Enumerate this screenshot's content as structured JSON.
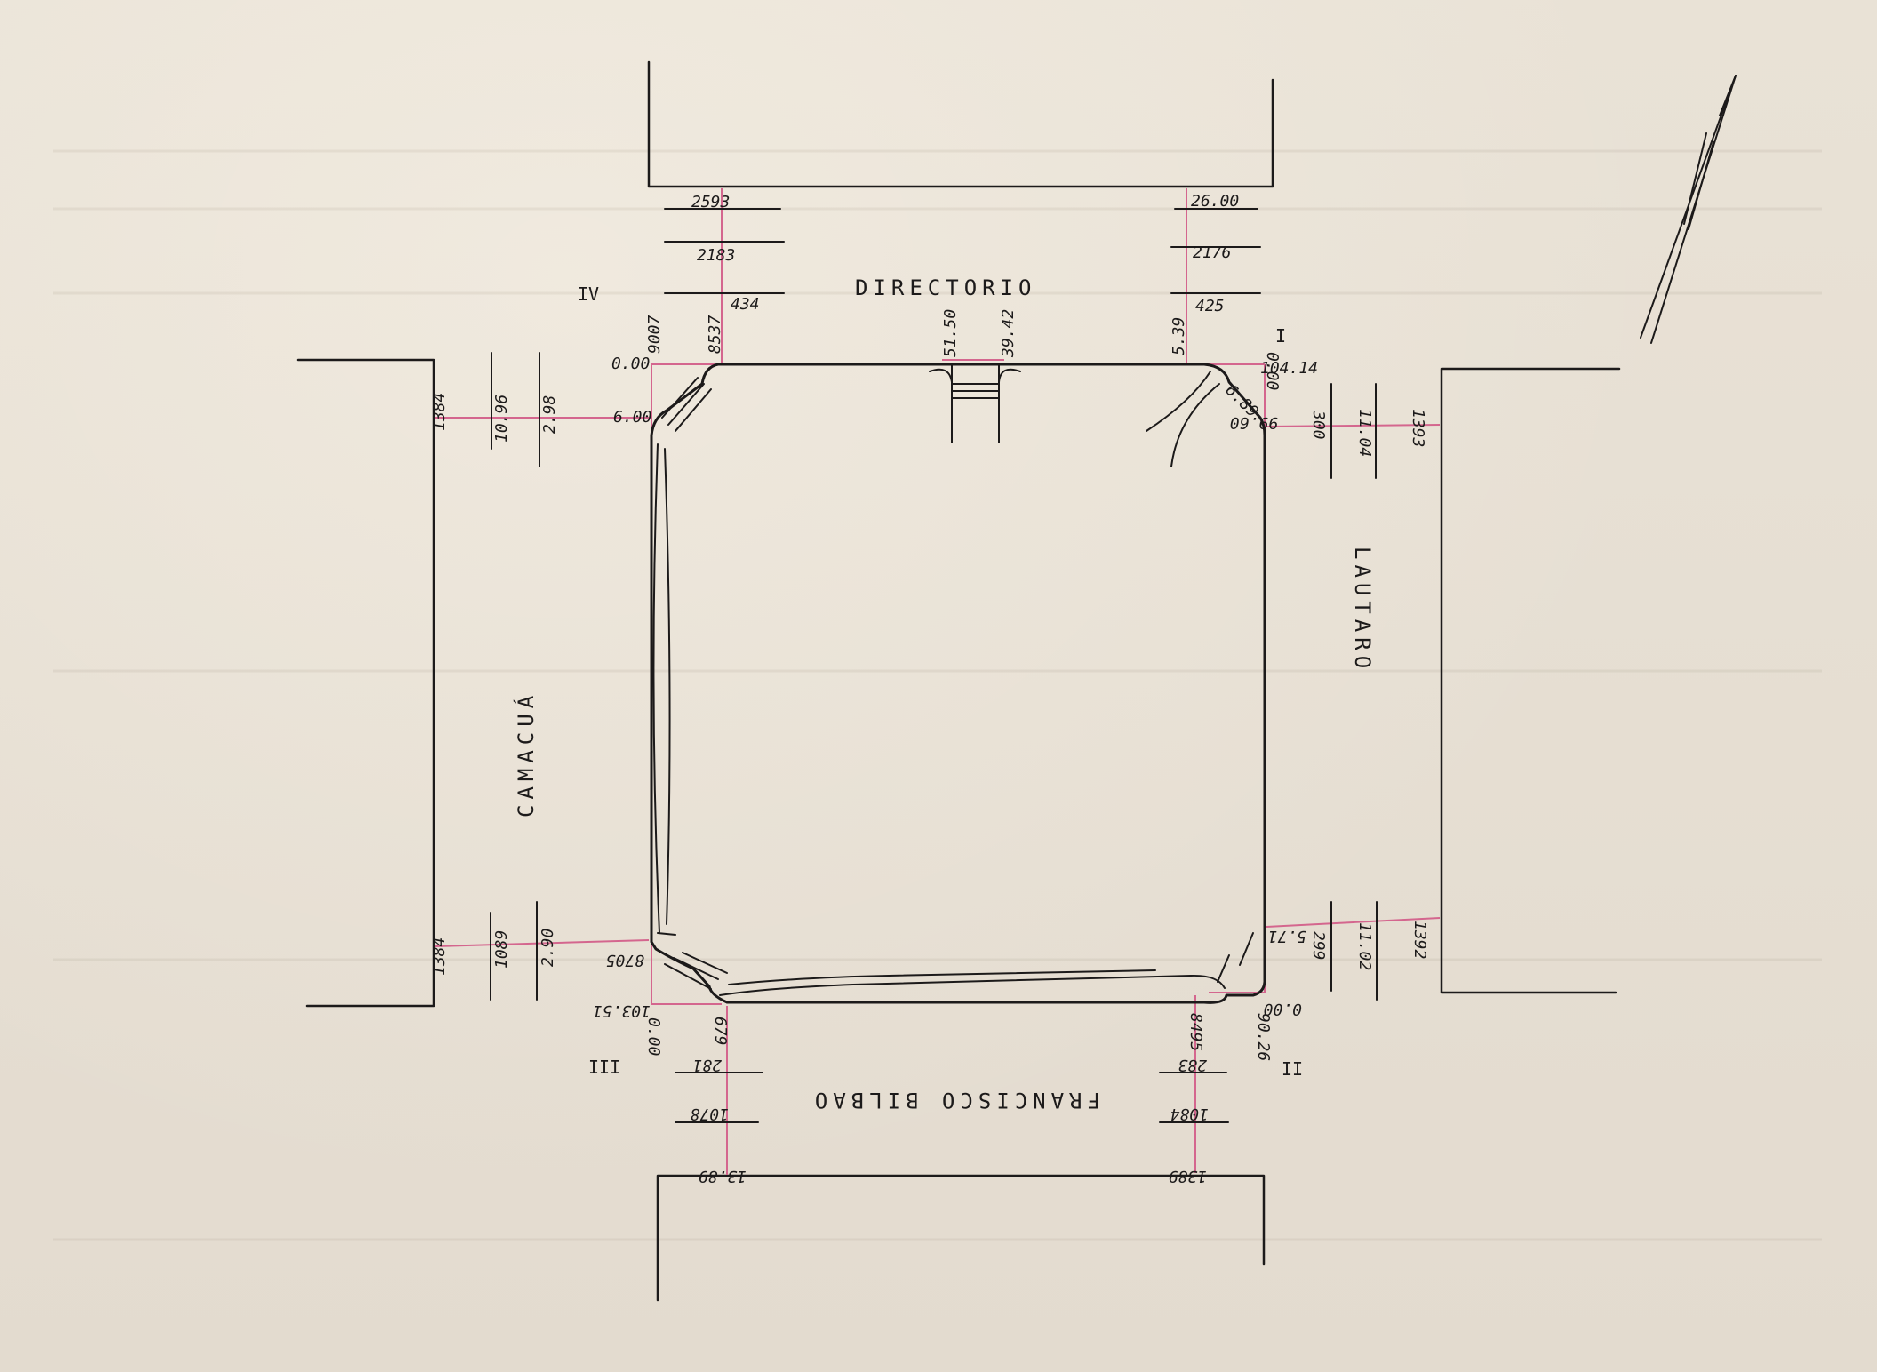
{
  "streets": {
    "north": "DIRECTORIO",
    "east": "LAUTARO",
    "south": "FRANCISCO BILBAO",
    "west": "CAMACUÁ"
  },
  "corners": {
    "ne": "I",
    "se": "II",
    "sw": "III",
    "nw": "IV"
  },
  "measures": {
    "north_left": [
      "2593",
      "2183",
      "434",
      "8537",
      "9007",
      "0.00",
      "6.00"
    ],
    "north_mid": [
      "51.50",
      "39.42"
    ],
    "north_right": [
      "26.00",
      "2176",
      "425",
      "5.39",
      "0.00",
      "104.14",
      "6.89",
      "99.60"
    ],
    "west_top": [
      "1384",
      "10.96",
      "2.98"
    ],
    "west_bottom": [
      "1384",
      "1089",
      "2.90",
      "8705",
      "103.51",
      "0.00"
    ],
    "east_top": [
      "300",
      "11.04",
      "1393"
    ],
    "east_bottom": [
      "5.71",
      "299",
      "11.02",
      "1392",
      "0.00"
    ],
    "south_left": [
      "679",
      "281",
      "1078",
      "13.89"
    ],
    "south_right": [
      "8495",
      "90.26",
      "283",
      "1084",
      "1389"
    ]
  }
}
